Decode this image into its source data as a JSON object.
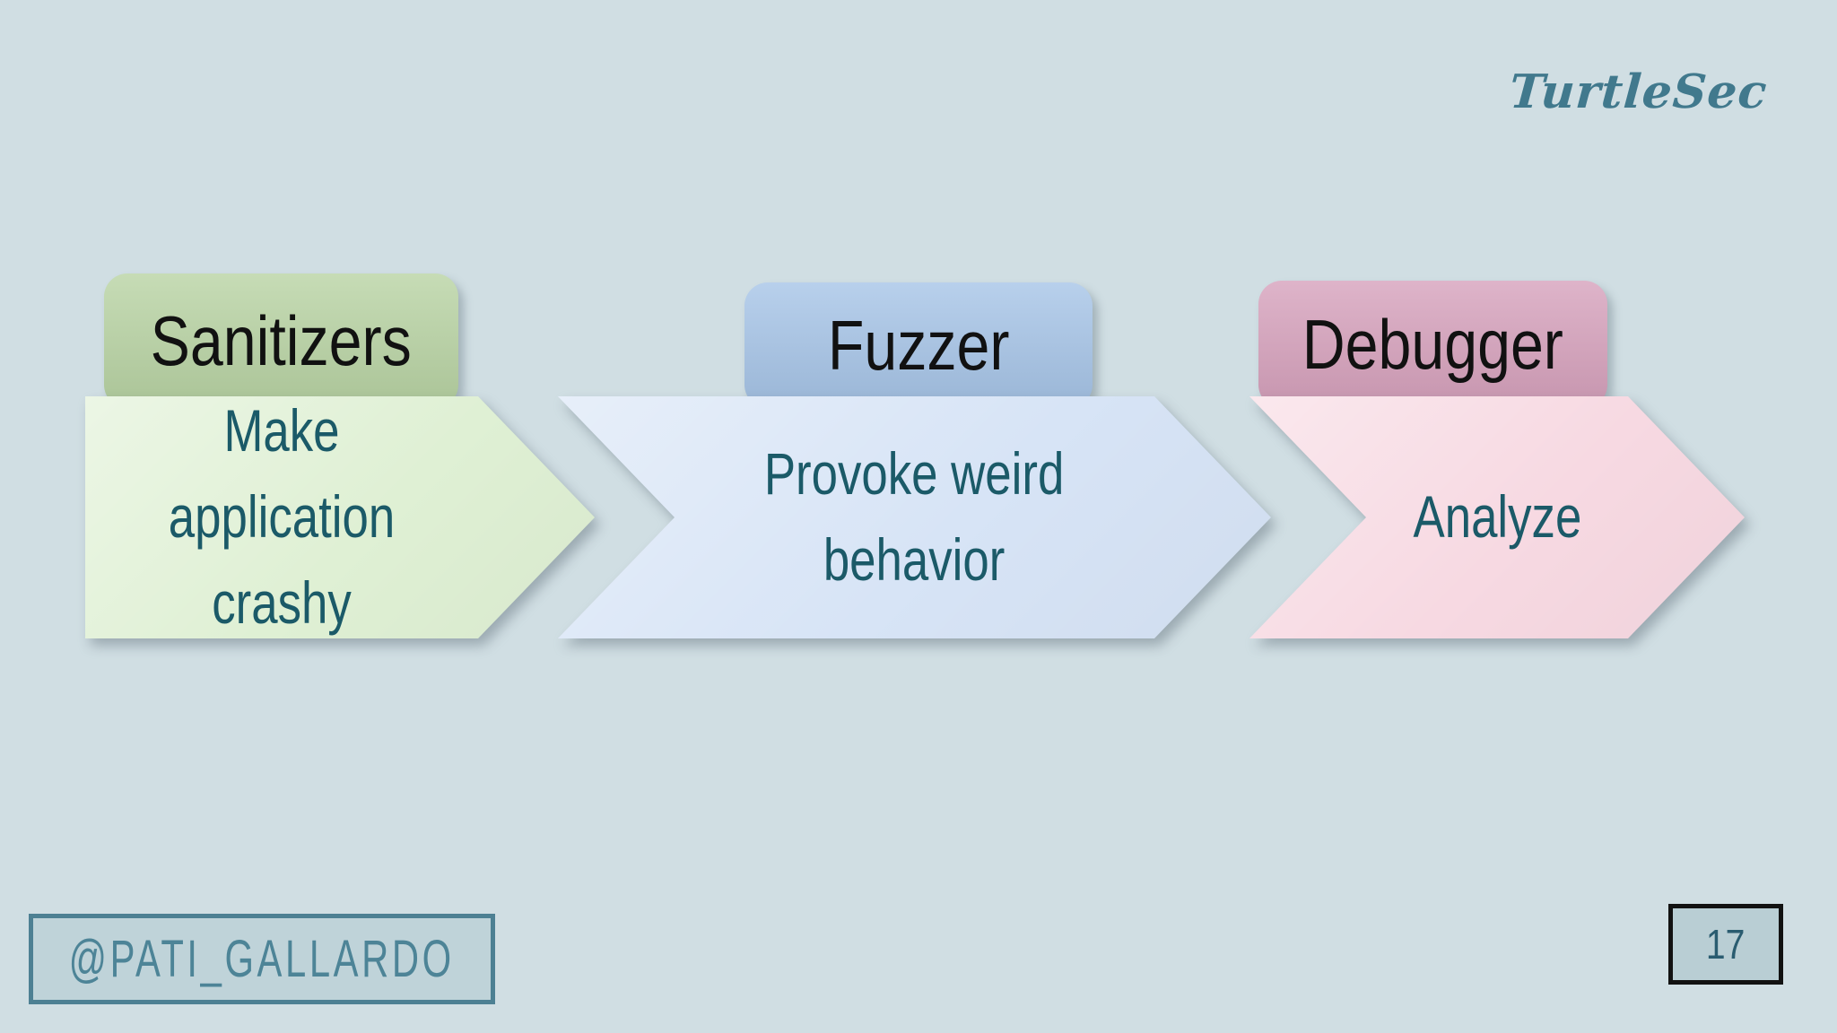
{
  "slide": {
    "background": "#d0dee3"
  },
  "brand": {
    "logo_text": "TurtleSec",
    "logo_color": "#41798d"
  },
  "steps": [
    {
      "tab_label": "Sanitizers",
      "body_label": "Make application\ncrashy",
      "colors": {
        "tab_fill": "#b8d3a3",
        "body_fill": "#dff0d4"
      }
    },
    {
      "tab_label": "Fuzzer",
      "body_label": "Provoke weird\nbehavior",
      "colors": {
        "tab_fill": "#a6c4e7",
        "body_fill": "#d7e4f6"
      }
    },
    {
      "tab_label": "Debugger",
      "body_label": "Analyze",
      "colors": {
        "tab_fill": "#d6a1bc",
        "body_fill": "#f7d9e2"
      }
    }
  ],
  "text_color": {
    "step_body": "#1b5a68",
    "tab_label": "#111111"
  },
  "footer": {
    "handle": "@PATI_GALLARDO",
    "handle_color": "#4d8497",
    "handle_box_border": "#4d8093",
    "handle_box_fill": "#bfd3d9",
    "page_number": "17",
    "page_number_color": "#2a5c70",
    "page_box_fill": "#b9ced4",
    "page_box_border": "#121212"
  }
}
